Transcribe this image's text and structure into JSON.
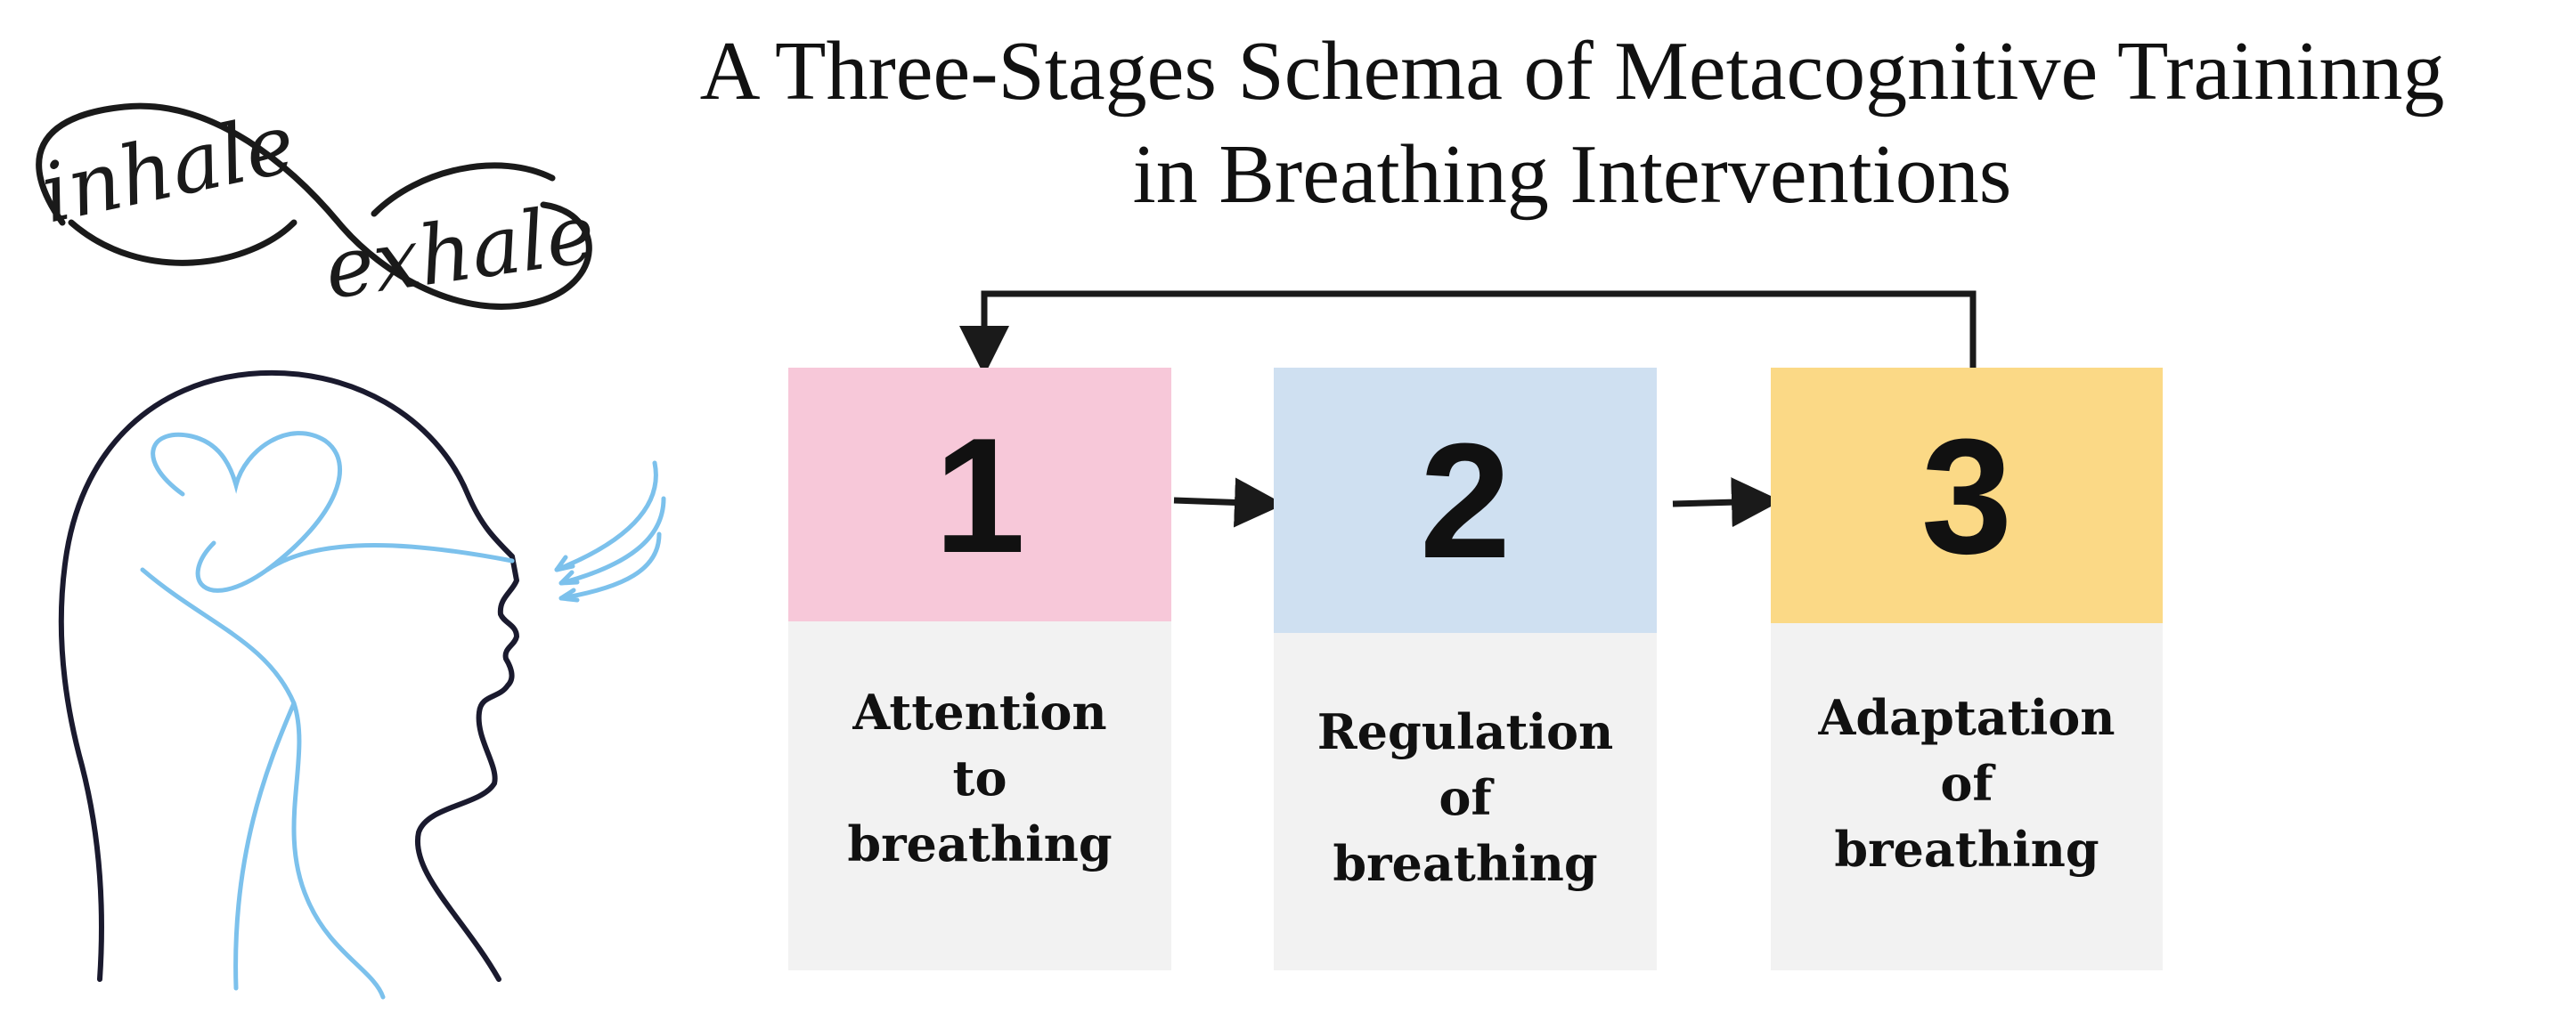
{
  "title": {
    "line1": "A Three-Stages Schema of Metacognitive Traininng",
    "line2": "in Breathing Interventions"
  },
  "logo": {
    "text": "inhale exhale",
    "icon": "infinity-script-logo"
  },
  "illustration": {
    "icon": "head-profile-with-heart-and-breath-icon",
    "colors": {
      "outline": "#1a1a2e",
      "breath_lines": "#7cc1ec"
    }
  },
  "stages": [
    {
      "number": "1",
      "label": [
        "Attention",
        "to",
        "breathing"
      ],
      "color": "#f7c8d9"
    },
    {
      "number": "2",
      "label": [
        "Regulation",
        "of",
        "breathing"
      ],
      "color": "#cfe0f1"
    },
    {
      "number": "3",
      "label": [
        "Adaptation",
        "of",
        "breathing"
      ],
      "color": "#fbd986"
    }
  ],
  "connectors": [
    {
      "from": "1",
      "to": "2"
    },
    {
      "from": "2",
      "to": "3"
    },
    {
      "from": "3",
      "to": "1",
      "route": "loop-over-top"
    }
  ],
  "colors": {
    "label_background": "#f2f2f2",
    "arrow": "#1a1a1a",
    "text": "#111111"
  }
}
